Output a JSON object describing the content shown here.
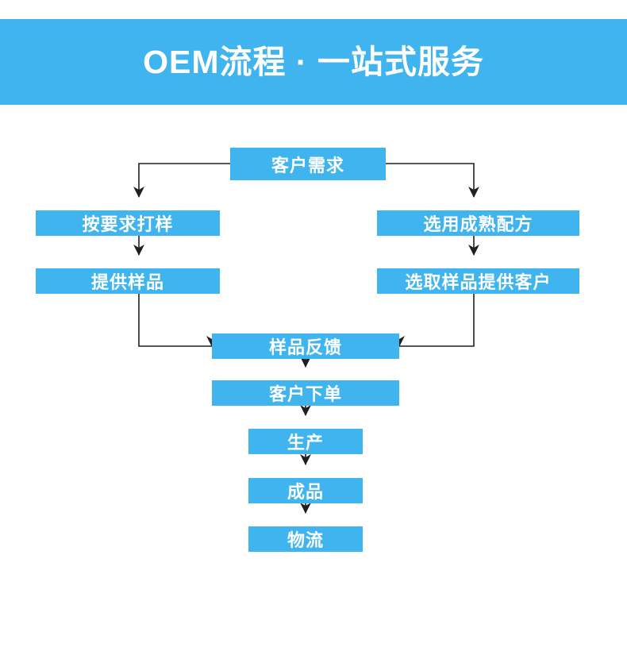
{
  "header": {
    "title": "OEM流程 · 一站式服务",
    "background_color": "#40b4ee",
    "text_color": "#ffffff"
  },
  "flowchart": {
    "node_fill_color": "#40b4ee",
    "node_text_color": "#ffffff",
    "connector_color": "#231f20",
    "nodes": [
      {
        "id": "customer-requirement",
        "label": "客户需求"
      },
      {
        "id": "sample-per-request",
        "label": "按要求打样"
      },
      {
        "id": "mature-formula",
        "label": "选用成熟配方"
      },
      {
        "id": "provide-sample",
        "label": "提供样品"
      },
      {
        "id": "select-sample",
        "label": "选取样品提供客户"
      },
      {
        "id": "sample-feedback",
        "label": "样品反馈"
      },
      {
        "id": "place-order",
        "label": "客户下单"
      },
      {
        "id": "production",
        "label": "生产"
      },
      {
        "id": "finished-goods",
        "label": "成品"
      },
      {
        "id": "logistics",
        "label": "物流"
      }
    ],
    "edges": [
      {
        "from": "customer-requirement",
        "to": "sample-per-request"
      },
      {
        "from": "customer-requirement",
        "to": "mature-formula"
      },
      {
        "from": "sample-per-request",
        "to": "provide-sample"
      },
      {
        "from": "mature-formula",
        "to": "select-sample"
      },
      {
        "from": "provide-sample",
        "to": "sample-feedback"
      },
      {
        "from": "select-sample",
        "to": "sample-feedback"
      },
      {
        "from": "sample-feedback",
        "to": "place-order"
      },
      {
        "from": "place-order",
        "to": "production"
      },
      {
        "from": "production",
        "to": "finished-goods"
      },
      {
        "from": "finished-goods",
        "to": "logistics"
      }
    ]
  }
}
